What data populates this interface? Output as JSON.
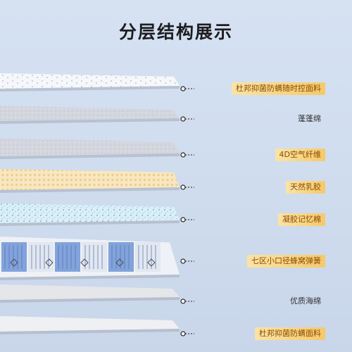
{
  "title": "分层结构展示",
  "layers": [
    {
      "label": "杜邦抑菌防螨随时控面料",
      "style": "highlight",
      "pattern": "quilt",
      "color": "#f4f6f9"
    },
    {
      "label": "蓬蓬绵",
      "style": "plain",
      "pattern": "fiber",
      "color": "#d7dae0"
    },
    {
      "label": "4D空气纤维",
      "style": "highlight",
      "pattern": "fiber",
      "color": "#cdd1da"
    },
    {
      "label": "天然乳胶",
      "style": "highlight",
      "pattern": "latex",
      "color": "#f7e6bf"
    },
    {
      "label": "凝胶记忆棉",
      "style": "highlight",
      "pattern": "gel",
      "color": "#d9eef5"
    },
    {
      "label": "七区小口径蜂窝弹簧",
      "style": "highlight",
      "pattern": "spring",
      "color": "#eef1f6"
    },
    {
      "label": "优质海绵",
      "style": "plain",
      "pattern": "plain",
      "color": "#e4e6ea"
    },
    {
      "label": "杜邦抑菌防螨面料",
      "style": "highlight",
      "pattern": "plain",
      "color": "#eef0f3"
    }
  ]
}
